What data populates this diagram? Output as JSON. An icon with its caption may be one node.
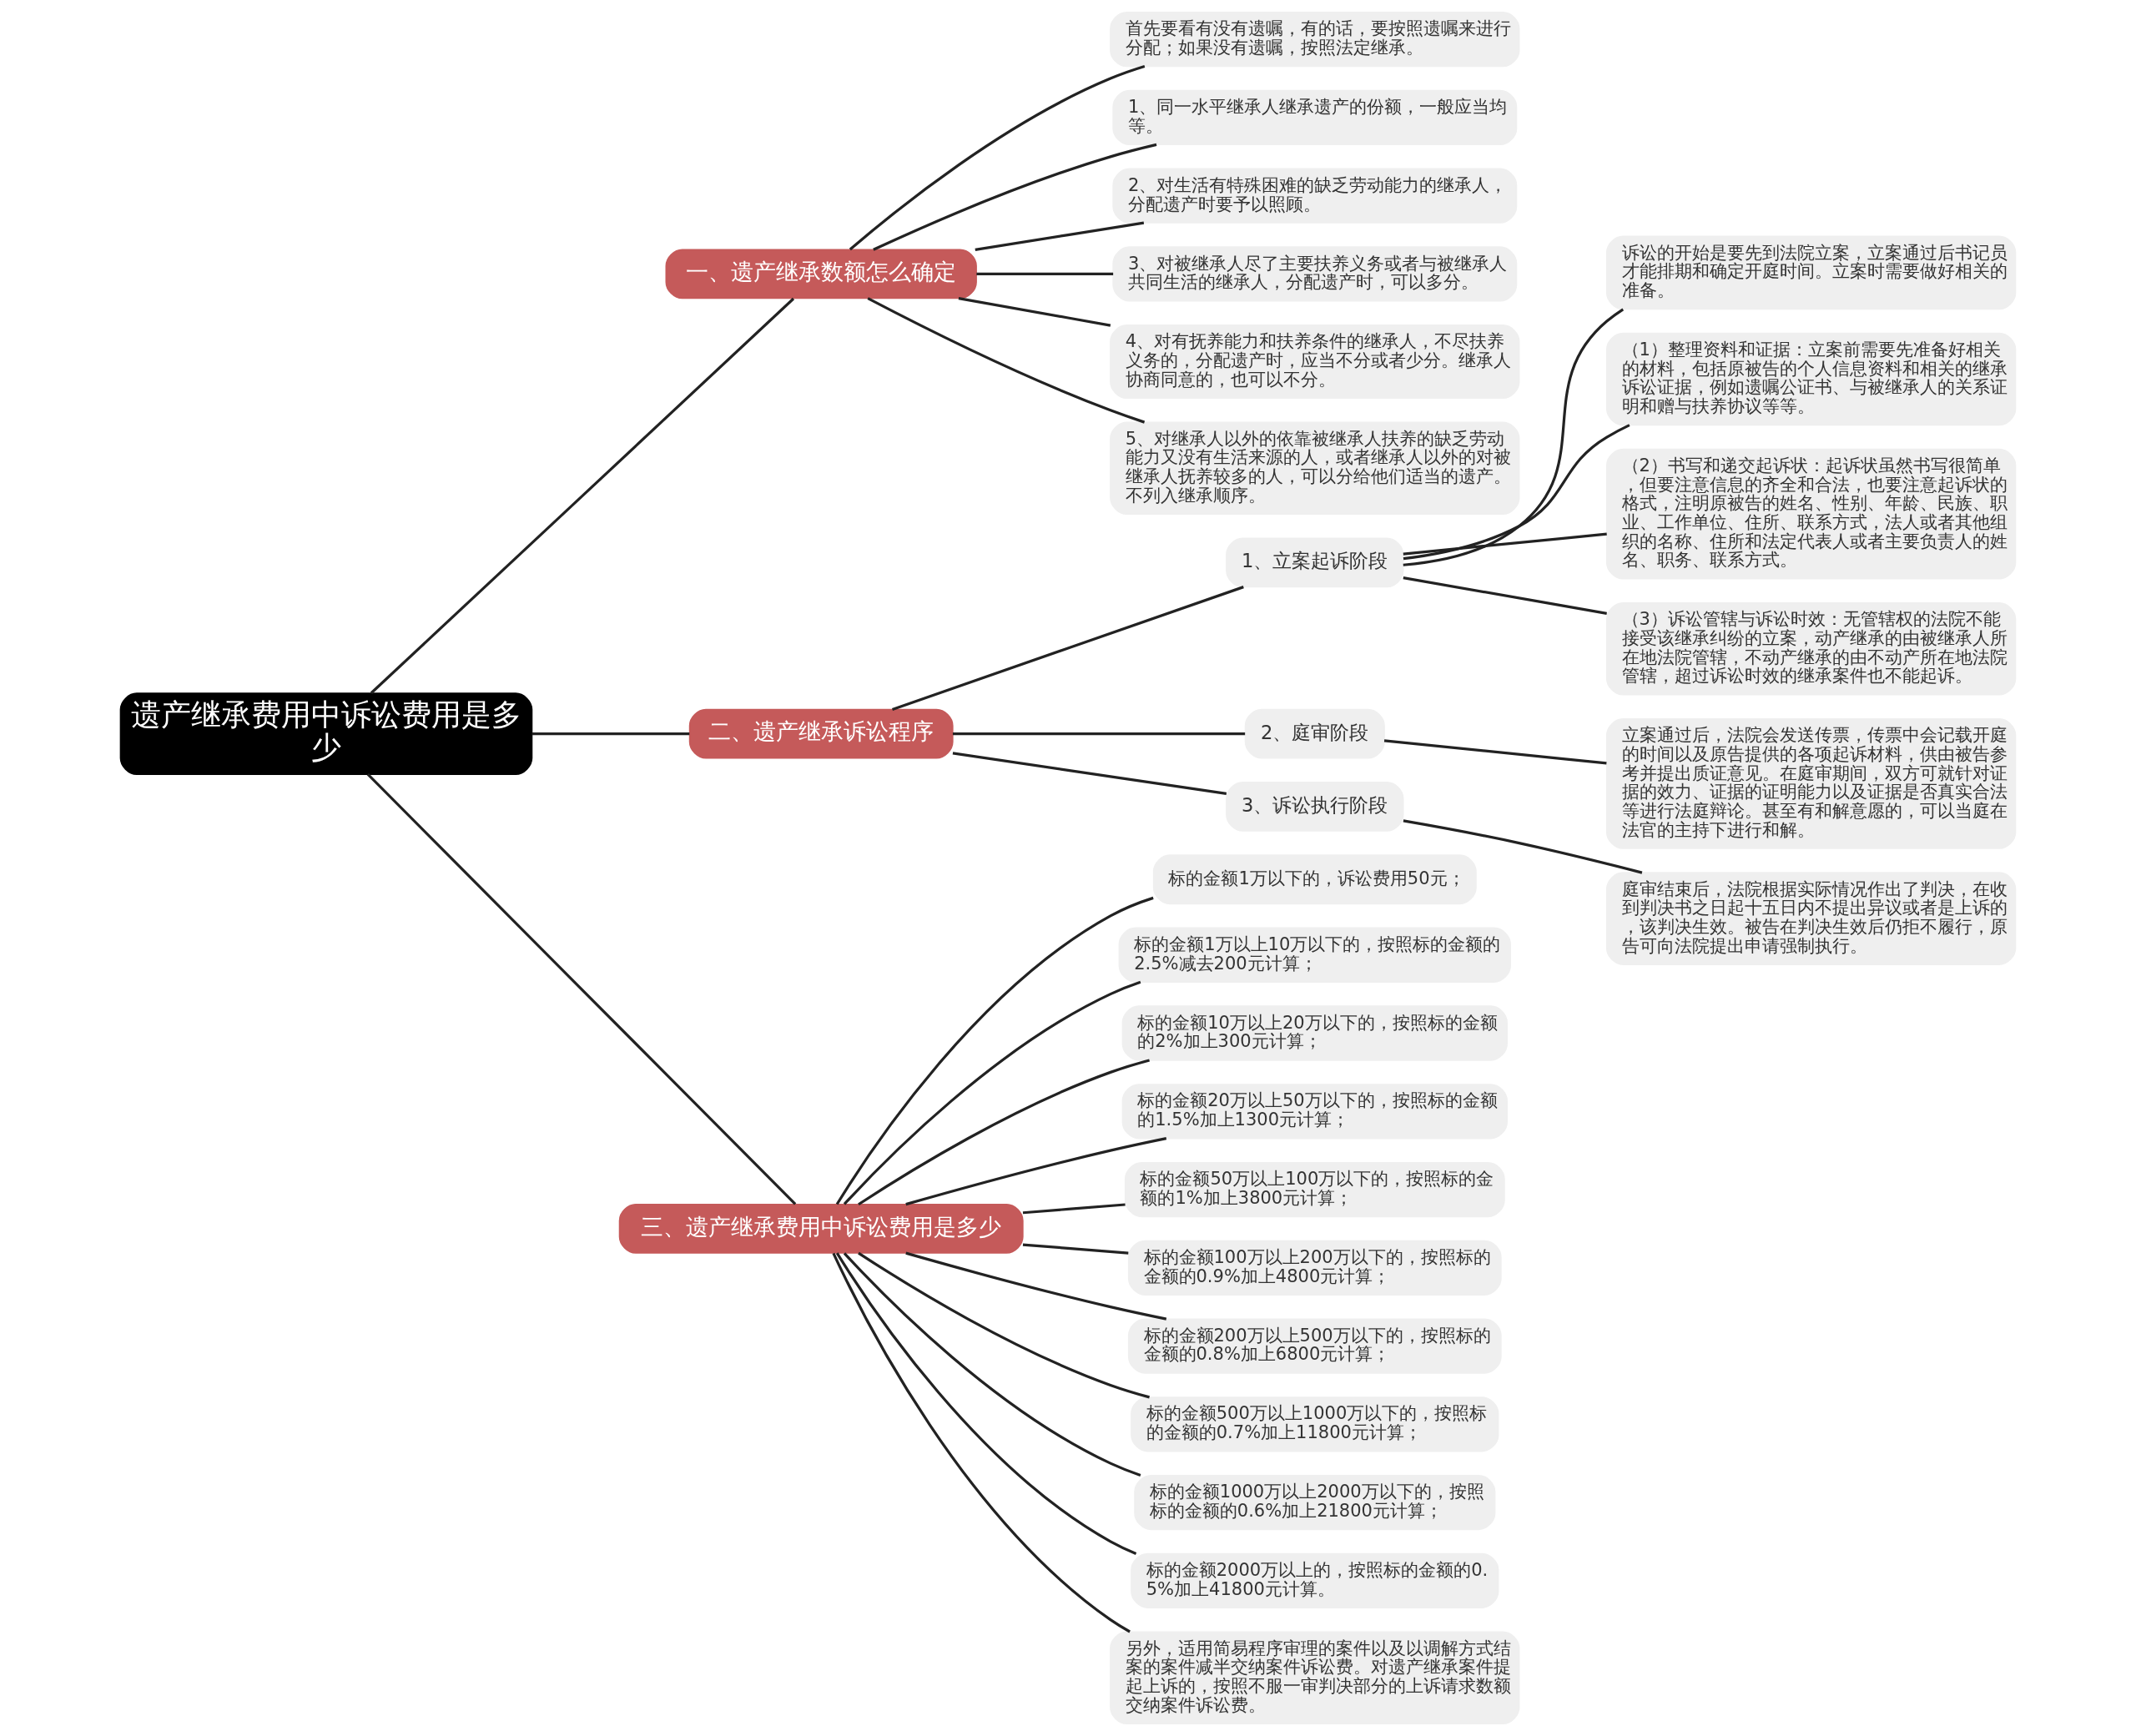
{
  "diagram": {
    "nodes": [
      {
        "text": [
          "遗产继承费用中诉讼费用是多少"
        ]
      },
      {
        "text": [
          "一、遗产继承数额怎么确定"
        ]
      },
      {
        "text": [
          "首先要看有没有遗嘱，有的话，要按照遗嘱来进行分配；如果没有遗嘱，按照法定继承。"
        ]
      },
      {
        "text": [
          "1、同一水平继承人继承遗产的份额，一般应当均等。"
        ]
      },
      {
        "text": [
          "2、对生活有特殊困难的缺乏劳动能力的继承人，分配遗产时要予以照顾。"
        ]
      },
      {
        "text": [
          "3、对被继承人尽了主要扶养义务或者与被继承人共同生活的继承人，分配遗产时，可以多分。"
        ]
      },
      {
        "text": [
          "4、对有抚养能力和扶养条件的继承人，不尽扶养义务的，分配遗产时，应当不分或者少分。继承人协商同意的，也可以不分。"
        ]
      },
      {
        "text": [
          "5、对继承人以外的依靠被继承人扶养的缺乏劳动能力又没有生活来源的人，或者继承人以外的对被继承人抚养较多的人，可以分给他们适当的遗产。不列入继承顺序。"
        ]
      },
      {
        "text": [
          "二、遗产继承诉讼程序"
        ]
      },
      {
        "text": [
          "1、立案起诉阶段"
        ]
      },
      {
        "text": [
          "诉讼的开始是要先到法院立案，立案通过后书记员才能排期和确定开庭时间。立案时需要做好相关的准备。"
        ]
      },
      {
        "text": [
          "（1）整理资料和证据：立案前需要先准备好相关的材料，包括原被告的个人信息资料和相关的继承诉讼证据，例如遗嘱公证书、与被继承人的关系证明和赠与扶养协议等等。"
        ]
      },
      {
        "text": [
          "（2）书写和递交起诉状：起诉状虽然书写很简单，但要注意信息的齐全和合法，也要注意起诉状的格式，注明原被告的姓名、性别、年龄、民族、职业、工作单位、住所、联系方式，法人或者其他组织的名称、住所和法定代表人或者主要负责人的姓名、职务、联系方式。"
        ]
      },
      {
        "text": [
          "（3）诉讼管辖与诉讼时效：无管辖权的法院不能接受该继承纠纷的立案，动产继承的由被继承人所在地法院管辖，不动产继承的由不动产所在地法院管辖，超过诉讼时效的继承案件也不能起诉。"
        ]
      },
      {
        "text": [
          "2、庭审阶段"
        ]
      },
      {
        "text": [
          "立案通过后，法院会发送传票，传票中会记载开庭的时间以及原告提供的各项起诉材料，供由被告参考并提出质证意见。在庭审期间，双方可就针对证据的效力、证据的证明能力以及证据是否真实合法等进行法庭辩论。甚至有和解意愿的，可以当庭在法官的主持下进行和解。"
        ]
      },
      {
        "text": [
          "3、诉讼执行阶段"
        ]
      },
      {
        "text": [
          "庭审结束后，法院根据实际情况作出了判决，在收到判决书之日起十五日内不提出异议或者是上诉的，该判决生效。被告在判决生效后仍拒不履行，原告可向法院提出申请强制执行。"
        ]
      },
      {
        "text": [
          "三、遗产继承费用中诉讼费用是多少"
        ]
      },
      {
        "text": [
          "标的金额1万以下的，诉讼费用50元；"
        ]
      },
      {
        "text": [
          "标的金额1万以上10万以下的，按照标的金额的2.5%减去200元计算；"
        ]
      },
      {
        "text": [
          "标的金额10万以上20万以下的，按照标的金额的2%加上300元计算；"
        ]
      },
      {
        "text": [
          "标的金额20万以上50万以下的，按照标的金额的1.5%加上1300元计算；"
        ]
      },
      {
        "text": [
          "标的金额50万以上100万以下的，按照标的金额的1%加上3800元计算；"
        ]
      },
      {
        "text": [
          "标的金额100万以上200万以下的，按照标的金额的0.9%加上4800元计算；"
        ]
      },
      {
        "text": [
          "标的金额200万以上500万以下的，按照标的金额的0.8%加上6800元计算；"
        ]
      },
      {
        "text": [
          "标的金额500万以上1000万以下的，按照标的金额的0.7%加上11800元计算；"
        ]
      },
      {
        "text": [
          "标的金额1000万以上2000万以下的，按照标的金额的0.6%加上21800元计算；"
        ]
      },
      {
        "text": [
          "标的金额2000万以上的，按照标的金额的0.5%加上41800元计算。"
        ]
      },
      {
        "text": [
          "另外，适用简易程序审理的案件以及以调解方式结案的案件减半交纳案件诉讼费。对遗产继承案件提起上诉的，按照不服一审判决部分的上诉请求数额交纳案件诉讼费。"
        ]
      }
    ],
    "edges": [
      {
        "from": 0,
        "to": 1,
        "arrow": "none"
      },
      {
        "from": 1,
        "to": 2,
        "arrow": "none"
      },
      {
        "from": 1,
        "to": 3,
        "arrow": "none"
      },
      {
        "from": 1,
        "to": 4,
        "arrow": "none"
      },
      {
        "from": 1,
        "to": 5,
        "arrow": "none"
      },
      {
        "from": 1,
        "to": 6,
        "arrow": "none"
      },
      {
        "from": 1,
        "to": 7,
        "arrow": "none"
      },
      {
        "from": 0,
        "to": 8,
        "arrow": "none"
      },
      {
        "from": 8,
        "to": 9,
        "arrow": "none"
      },
      {
        "from": 9,
        "to": 10,
        "arrow": "none"
      },
      {
        "from": 9,
        "to": 11,
        "arrow": "none"
      },
      {
        "from": 9,
        "to": 12,
        "arrow": "none"
      },
      {
        "from": 9,
        "to": 13,
        "arrow": "none"
      },
      {
        "from": 8,
        "to": 14,
        "arrow": "none"
      },
      {
        "from": 14,
        "to": 15,
        "arrow": "none"
      },
      {
        "from": 8,
        "to": 16,
        "arrow": "none"
      },
      {
        "from": 16,
        "to": 17,
        "arrow": "none"
      },
      {
        "from": 0,
        "to": 18,
        "arrow": "none"
      },
      {
        "from": 18,
        "to": 19,
        "arrow": "none"
      },
      {
        "from": 18,
        "to": 20,
        "arrow": "none"
      },
      {
        "from": 18,
        "to": 21,
        "arrow": "none"
      },
      {
        "from": 18,
        "to": 22,
        "arrow": "none"
      },
      {
        "from": 18,
        "to": 23,
        "arrow": "none"
      },
      {
        "from": 18,
        "to": 24,
        "arrow": "none"
      },
      {
        "from": 18,
        "to": 25,
        "arrow": "none"
      },
      {
        "from": 18,
        "to": 26,
        "arrow": "none"
      },
      {
        "from": 18,
        "to": 27,
        "arrow": "none"
      },
      {
        "from": 18,
        "to": 28,
        "arrow": "none"
      },
      {
        "from": 18,
        "to": 29,
        "arrow": "none"
      }
    ]
  }
}
